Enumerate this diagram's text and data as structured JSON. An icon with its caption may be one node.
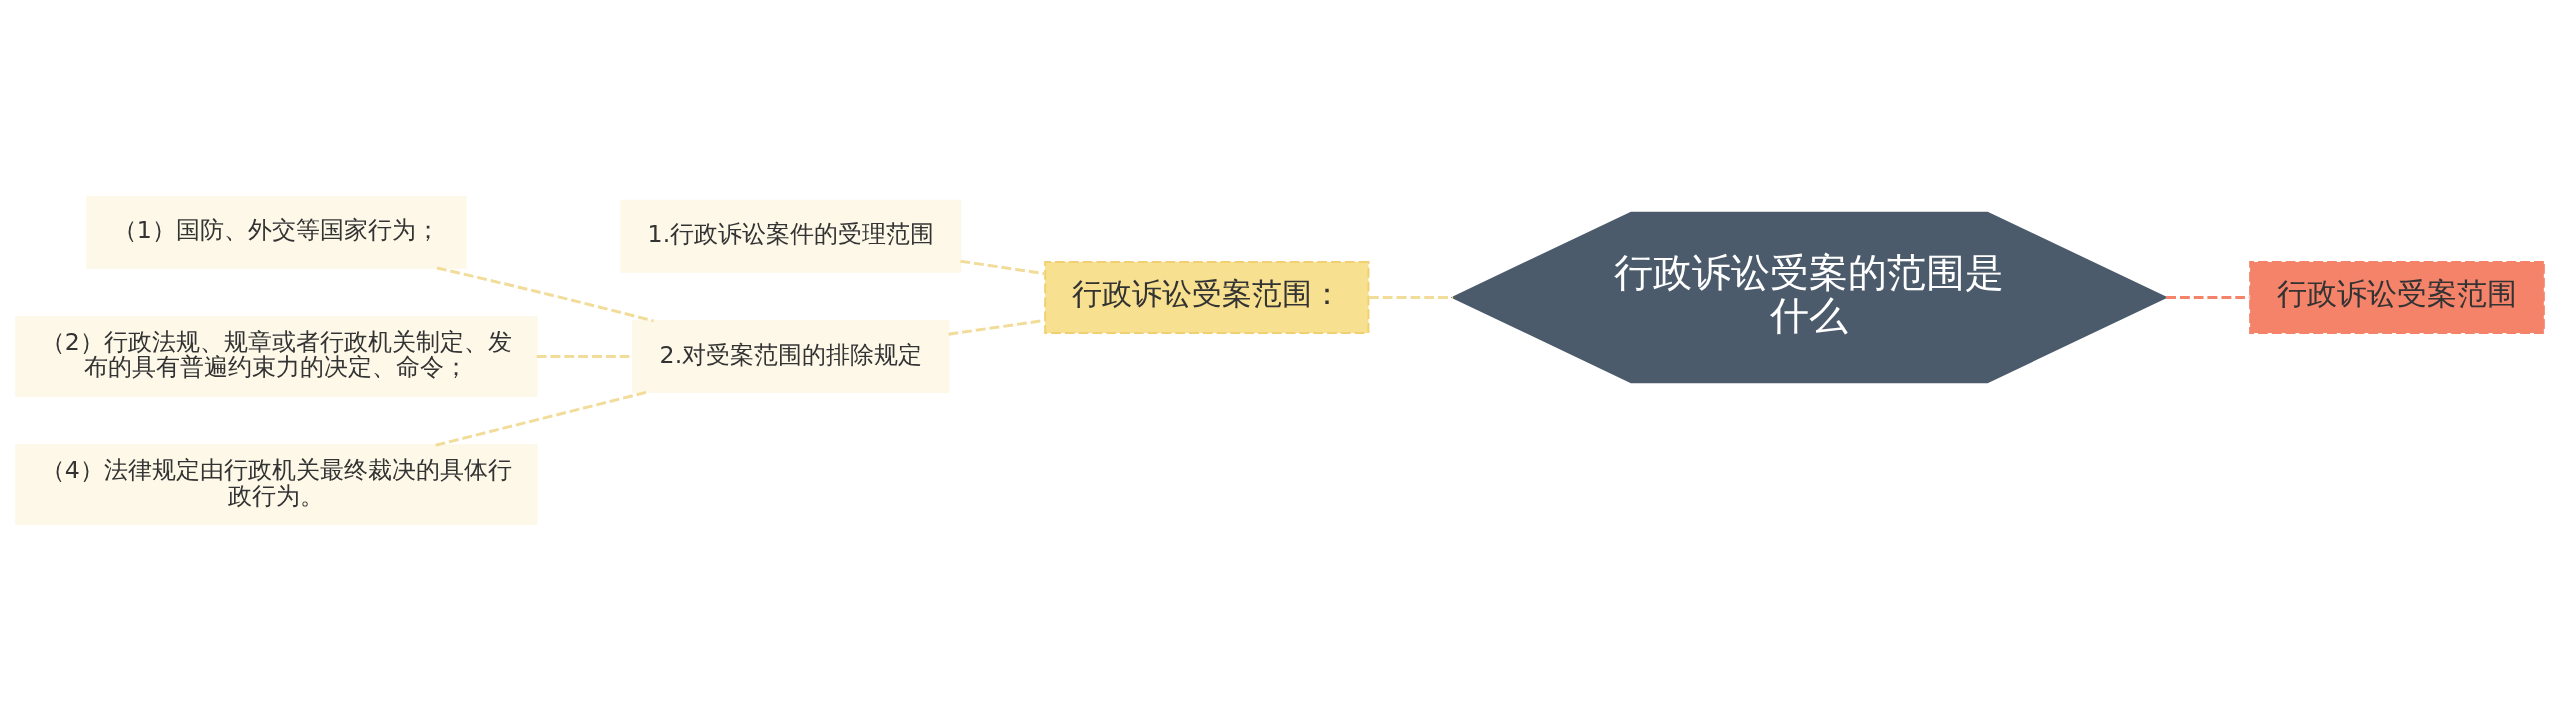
{
  "diagram": {
    "nodes": [
      {
        "text": [
          "行政诉讼受案的范围是什么"
        ]
      },
      {
        "text": [
          "行政诉讼受案范围"
        ]
      },
      {
        "text": [
          "行政诉讼受案范围："
        ]
      },
      {
        "text": [
          "1.行政诉讼案件的受理范围"
        ]
      },
      {
        "text": [
          "2.对受案范围的排除规定"
        ]
      },
      {
        "text": [
          "（1）国防、外交等国家行为；"
        ]
      },
      {
        "text": [
          "（2）行政法规、规章或者行政机关制定、发布的具有普遍约束力的决定、命令；"
        ]
      },
      {
        "text": [
          "（4）法律规定由行政机关最终裁决的具体行政行为。"
        ]
      }
    ],
    "edges": [
      {
        "from": 0,
        "to": 1,
        "arrow": "none",
        "style": "dashed",
        "color": "#f4836a"
      },
      {
        "from": 0,
        "to": 2,
        "arrow": "none",
        "style": "dashed"
      },
      {
        "from": 2,
        "to": 3,
        "arrow": "none",
        "style": "dashed"
      },
      {
        "from": 2,
        "to": 4,
        "arrow": "none",
        "style": "dashed"
      },
      {
        "from": 4,
        "to": 5,
        "arrow": "none",
        "style": "dashed"
      },
      {
        "from": 4,
        "to": 6,
        "arrow": "none",
        "style": "dashed"
      },
      {
        "from": 4,
        "to": 7,
        "arrow": "none",
        "style": "dashed"
      }
    ]
  }
}
